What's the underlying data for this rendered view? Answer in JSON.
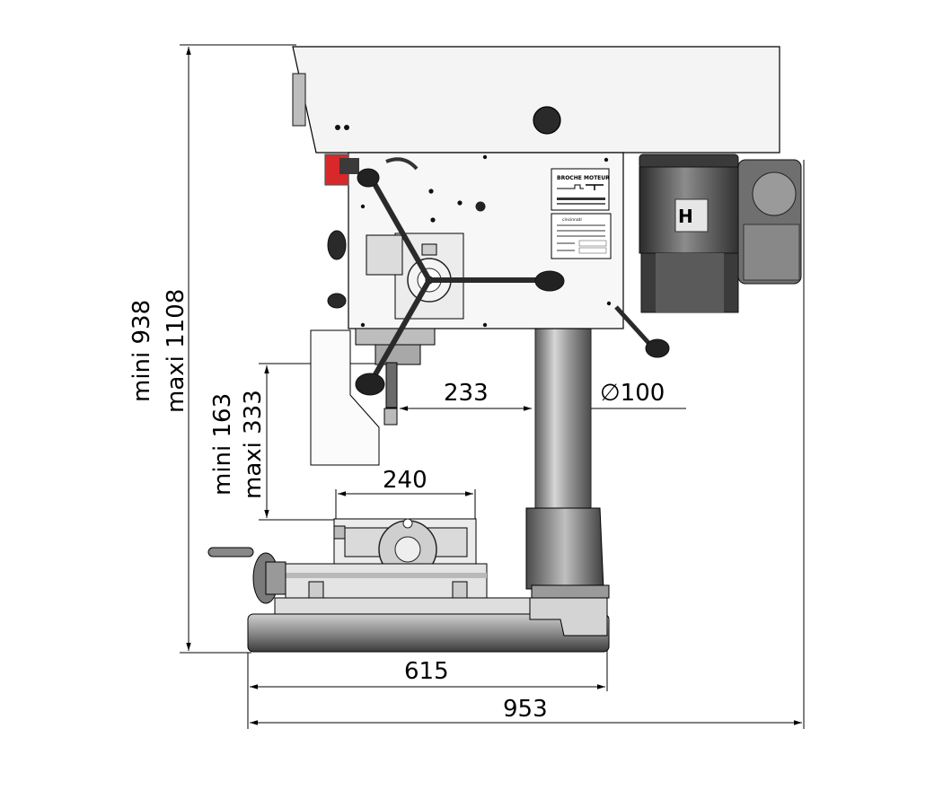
{
  "dimensions": {
    "total_height": {
      "min": "mini 938",
      "max": "maxi 1108"
    },
    "spindle_to_table": {
      "min": "mini 163",
      "max": "maxi 333"
    },
    "throat": "233",
    "column_diameter": "∅100",
    "table_width": "240",
    "base_depth": "615",
    "total_depth": "953"
  },
  "labels": {
    "spindle": "BROCHE",
    "motor": "MOTEUR",
    "brand": "cincinnati"
  },
  "colors": {
    "line": "#000000",
    "body": "#f2f2f2",
    "dark": "#3a3a3a",
    "red": "#d8282a"
  }
}
